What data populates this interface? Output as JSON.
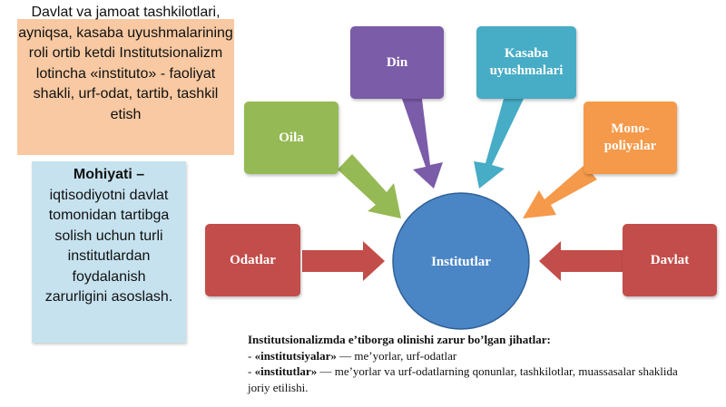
{
  "diagram": {
    "center": {
      "label": "Institutlar",
      "color": "#4a86c6"
    },
    "nodes": {
      "din": {
        "label": "Din",
        "color": "#7b5ca8"
      },
      "kasaba": {
        "label": "Kasaba uyushmalari",
        "color": "#47acc6"
      },
      "oila": {
        "label": "Oila",
        "color": "#95b954"
      },
      "monopoliyalar": {
        "label": "Mono-poliyalar",
        "color": "#f59a4a"
      },
      "odatlar": {
        "label": "Odatlar",
        "color": "#c24d4a"
      },
      "davlat": {
        "label": "Davlat",
        "color": "#c24d4a"
      }
    }
  },
  "notes": {
    "definition": "Davlat va jamoat tashkilotlari, ayniqsa, kasaba uyushmalarining roli ortib ketdi Institutsionalizm lotincha «instituto» - faoliyat shakli, urf-odat, tartib, tashkil etish",
    "essence_title": "Mohiyati –",
    "essence_text": "iqtisodiyotni davlat tomonidan tartibga solish uchun turli institutlardan foydalanish zarurligini asoslash."
  },
  "caption": {
    "heading": "Institutsionalizmda e’tiborga olinishi zarur bo’lgan jihatlar:",
    "item1_term": "«institutsiyalar»",
    "item1_text": " — me’yorlar, urf-odatlar",
    "item2_term": "«institutlar»",
    "item2_text": " — me’yorlar va urf-odatlarning qonunlar, tashkilotlar, muassasalar shaklida joriy etilishi."
  }
}
